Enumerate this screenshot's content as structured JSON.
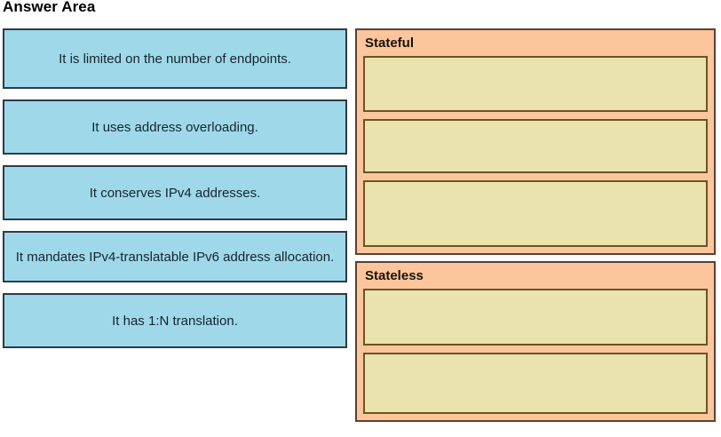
{
  "page": {
    "title": "Answer Area"
  },
  "colors": {
    "option_fill": "#9FD9E9",
    "option_border": "#2B3B4A",
    "option_text": "#17242F",
    "panel_fill": "#FBC69C",
    "panel_border": "#5C4030",
    "slot_fill": "#EBE3AE",
    "slot_border": "#6B5423",
    "background": "#FFFFFF"
  },
  "options": {
    "items": [
      {
        "label": "It is limited on the number of endpoints."
      },
      {
        "label": "It uses address overloading."
      },
      {
        "label": "It conserves IPv4 addresses."
      },
      {
        "label": "It mandates IPv4-translatable IPv6 address allocation."
      },
      {
        "label": "It has 1:N translation."
      }
    ]
  },
  "panels": [
    {
      "heading": "Stateful",
      "slots": [
        {
          "value": ""
        },
        {
          "value": ""
        },
        {
          "value": ""
        }
      ]
    },
    {
      "heading": "Stateless",
      "slots": [
        {
          "value": ""
        },
        {
          "value": ""
        }
      ]
    }
  ]
}
